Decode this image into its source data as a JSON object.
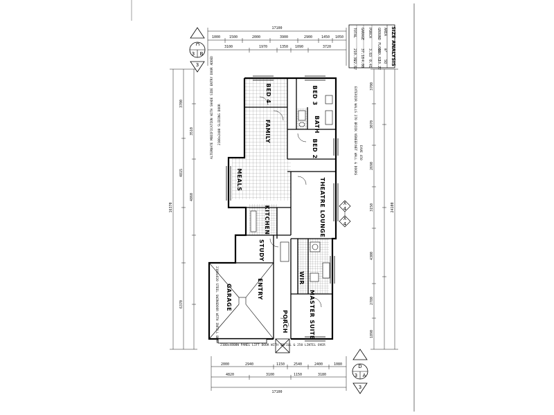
{
  "rooms": {
    "bed4": "BED 4",
    "bed3": "BED 3",
    "bath": "BATH",
    "family": "FAMILY",
    "bed2": "BED 2",
    "meals": "MEALS",
    "theatre": "THEATRE LOUNGE",
    "kitchen": "KITCHEN",
    "study": "STUDY",
    "wir": "WIR",
    "entry": "ENTRY",
    "garage": "GARAGE",
    "porch": "PORCH",
    "master": "MASTER SUITE"
  },
  "size_analysis": {
    "title": "SIZE ANALYSIS",
    "rows": [
      [
        "AREA",
        "m²",
        "SQ"
      ],
      [
        "GROUND FLOOR",
        "169.82",
        "18.27"
      ],
      [
        "PORCH",
        "3.83",
        "0.41"
      ],
      [
        "GARAGE",
        "37.18",
        "4.00"
      ],
      [
        "TOTAL",
        "210.36",
        "22.67"
      ]
    ]
  },
  "section_markers": {
    "top_left": [
      "C",
      "3",
      "B",
      "3"
    ],
    "bottom_right": [
      "D",
      "3",
      "A",
      "3"
    ],
    "side": [
      "X",
      "4",
      "X",
      "4"
    ]
  },
  "notes": {
    "left_sliding": "2100x2400 SLIDING DOOR",
    "left_mod": "ALTERNATE MODIFICATION WITH SHADE SIDE ENTRY DOOR ADDED",
    "garage_door": "2100x4800W PANEL LIFT DOOR WITH INFILL & 250 LINTEL OVER",
    "garage_side": "2100x820 STEEL SWINGDOOR WITH INFILL BEAM",
    "right_note1": "EXTERIOR WALLS 270 BRICK VENEER",
    "right_note2": "NET WALL & DOORS",
    "right_note3": "EAVE 450"
  },
  "dimensions": {
    "top_overall": "17100",
    "top_row": [
      "1000",
      "1500",
      "2000",
      "3900",
      "2900",
      "1450",
      "1050"
    ],
    "top_row2": [
      "3100",
      "1970",
      "1350",
      "1090",
      "3720"
    ],
    "bottom_overall": "17100",
    "bottom_row": [
      "2000",
      "2940",
      "1150",
      "2540",
      "2400",
      "1080"
    ],
    "bottom_row2": [
      "4820",
      "3100",
      "1150",
      "3180"
    ],
    "left_overall": "16370",
    "left_col": [
      "3700",
      "4815",
      "3510",
      "4860",
      "6370"
    ],
    "right_overall": "24100",
    "right_col": [
      "3700",
      "3070",
      "2690",
      "3150",
      "4300",
      "2780",
      "1890"
    ]
  }
}
